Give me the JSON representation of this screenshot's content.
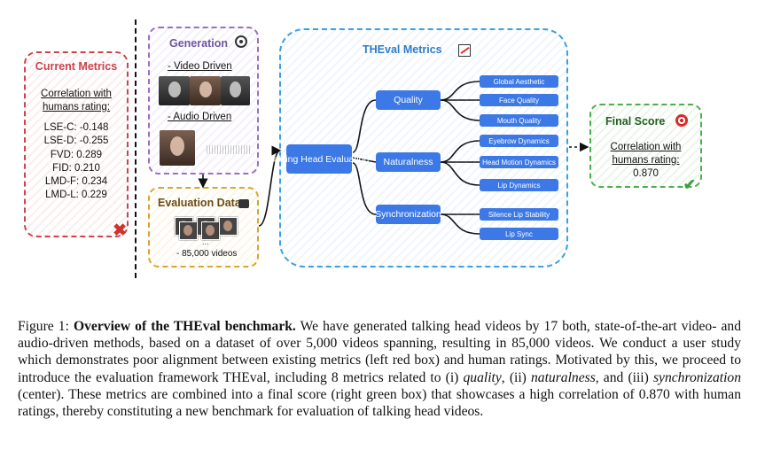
{
  "current_metrics": {
    "title": "Current Metrics",
    "correlation_line1": "Correlation with",
    "correlation_line2": "humans rating:",
    "metrics": [
      "LSE-C: -0.148",
      "LSE-D: -0.255",
      "FVD: 0.289",
      "FID: 0.210",
      "LMD-F: 0.234",
      "LMD-L: 0.229"
    ]
  },
  "generation": {
    "title": "Generation",
    "video_driven": "- Video Driven",
    "audio_driven": "- Audio Driven"
  },
  "evaluation_data": {
    "title": "Evaluation Data",
    "dots": "...",
    "count": "- 85,000 videos"
  },
  "theval": {
    "title": "THEval Metrics",
    "root": "Talking Head Evaluation",
    "groups": [
      {
        "name": "Quality",
        "metrics": [
          "Global Aesthetic",
          "Face Quality",
          "Mouth Quality"
        ]
      },
      {
        "name": "Naturalness",
        "metrics": [
          "Eyebrow Dynamics",
          "Head Motion Dynamics",
          "Lip Dynamics"
        ]
      },
      {
        "name": "Synchronization",
        "metrics": [
          "Silence Lip Stability",
          "Lip Sync"
        ]
      }
    ]
  },
  "final_score": {
    "title": "Final Score",
    "correlation_line1": "Correlation with",
    "correlation_line2": "humans rating:",
    "value": "0.870"
  },
  "caption": {
    "label": "Figure 1:",
    "bold_title": "Overview of the THEval benchmark.",
    "part1": " We have generated talking head videos by 17 both, state-of-the-art video- and audio-driven methods, based on a dataset of over 5,000 videos spanning, resulting in 85,000 videos. We conduct a user study which demonstrates poor alignment between existing metrics (left red box) and human ratings. Motivated by this, we proceed to introduce the evaluation framework THEval, including 8 metrics related to (i) ",
    "em1": "quality",
    "part2": ", (ii) ",
    "em2": "naturalness",
    "part3": ", and (iii) ",
    "em3": "synchronization",
    "part4": " (center). These metrics are combined into a final score (right green box) that showcases a high correlation of 0.870 with human ratings, thereby constituting a new benchmark for evaluation of talking head videos."
  }
}
